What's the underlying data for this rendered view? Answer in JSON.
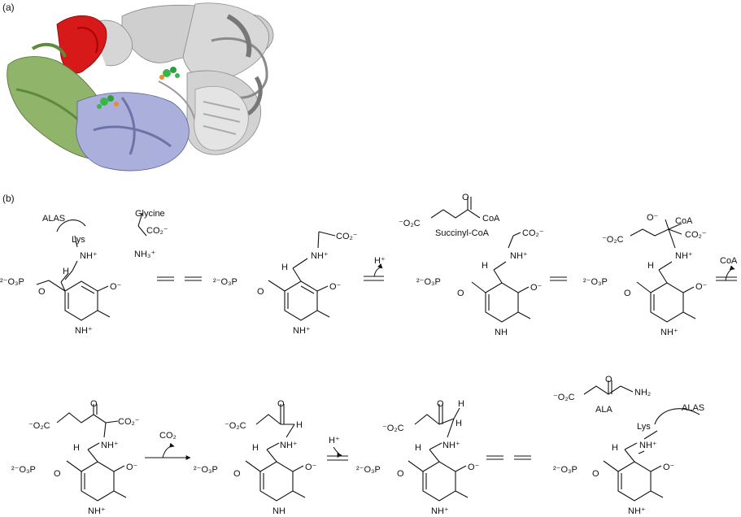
{
  "panels": {
    "a": {
      "label": "(a)"
    },
    "b": {
      "label": "(b)"
    }
  },
  "protein_colors": {
    "chain_gray": "#c9c9c9",
    "chain_gray_dark": "#9a9a9a",
    "domain_red": "#d81919",
    "domain_green": "#8fb46a",
    "domain_lavender": "#aab0db",
    "ligand_green": "#39b54a",
    "ligand_orange": "#f08a24"
  },
  "labels": {
    "alas": "ALAS",
    "lys": "Lys",
    "glycine": "Glycine",
    "co2_minus": "CO₂⁻",
    "nh3_plus": "NH₃⁺",
    "nh_plus": "NH⁺",
    "o_minus": "O⁻",
    "phosphate": "²⁻O₃P",
    "o": "O",
    "h": "H",
    "n_h_plus": "NH⁺",
    "n_h": "NH",
    "h_plus": "H⁺",
    "succinyl_coa": "Succinyl-CoA",
    "coa": "CoA",
    "o2c": "⁻O₂C",
    "co2_out": "CO₂",
    "ala": "ALA",
    "nh2": "NH₂"
  }
}
